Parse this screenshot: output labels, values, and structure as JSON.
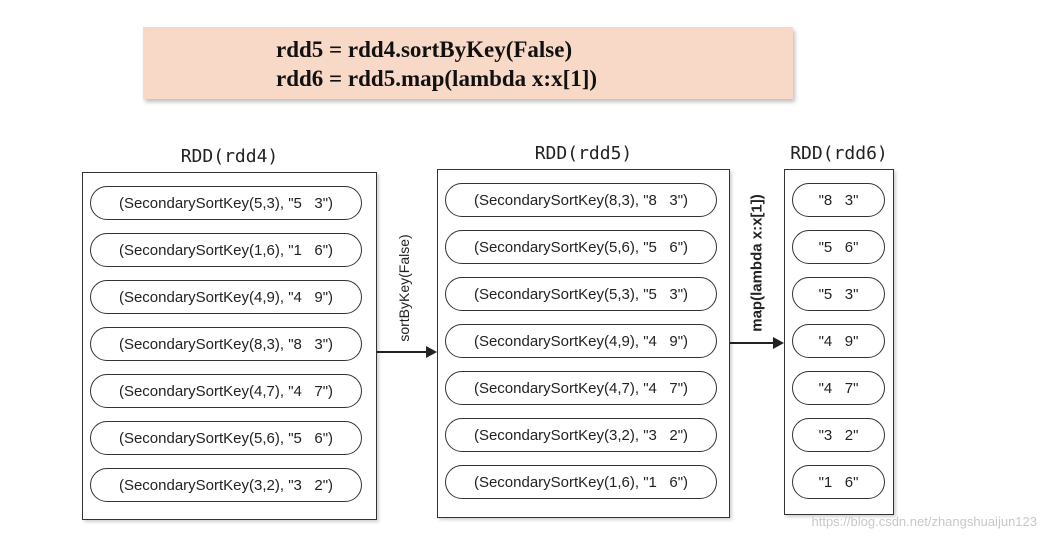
{
  "code": [
    "rdd5 = rdd4.sortByKey(False)",
    "rdd6 = rdd5.map(lambda x:x[1])"
  ],
  "rdds": [
    {
      "title": "RDD(rdd4)",
      "items": [
        "(SecondarySortKey(5,3), \"5   3\")",
        "(SecondarySortKey(1,6), \"1   6\")",
        "(SecondarySortKey(4,9), \"4   9\")",
        "(SecondarySortKey(8,3), \"8   3\")",
        "(SecondarySortKey(4,7), \"4   7\")",
        "(SecondarySortKey(5,6), \"5   6\")",
        "(SecondarySortKey(3,2), \"3   2\")"
      ]
    },
    {
      "title": "RDD(rdd5)",
      "items": [
        "(SecondarySortKey(8,3), \"8   3\")",
        "(SecondarySortKey(5,6), \"5   6\")",
        "(SecondarySortKey(5,3), \"5   3\")",
        "(SecondarySortKey(4,9), \"4   9\")",
        "(SecondarySortKey(4,7), \"4   7\")",
        "(SecondarySortKey(3,2), \"3   2\")",
        "(SecondarySortKey(1,6), \"1   6\")"
      ]
    },
    {
      "title": "RDD(rdd6)",
      "items": [
        "\"8   3\"",
        "\"5   6\"",
        "\"5   3\"",
        "\"4   9\"",
        "\"4   7\"",
        "\"3   2\"",
        "\"1   6\""
      ]
    }
  ],
  "edges": [
    {
      "label": "sortByKey(False)"
    },
    {
      "label": "map(lambda x:x[1])"
    }
  ],
  "watermark": "https://blog.csdn.net/zhangshuaijun123"
}
